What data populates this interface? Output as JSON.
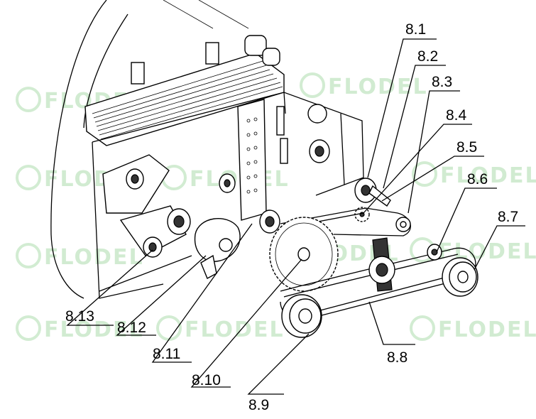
{
  "labels": [
    {
      "id": "8-1",
      "text": "8.1"
    },
    {
      "id": "8-2",
      "text": "8.2"
    },
    {
      "id": "8-3",
      "text": "8.3"
    },
    {
      "id": "8-4",
      "text": "8.4"
    },
    {
      "id": "8-5",
      "text": "8.5"
    },
    {
      "id": "8-6",
      "text": "8.6"
    },
    {
      "id": "8-7",
      "text": "8.7"
    },
    {
      "id": "8-8",
      "text": "8.8"
    },
    {
      "id": "8-9",
      "text": "8.9"
    },
    {
      "id": "8-10",
      "text": "8.10"
    },
    {
      "id": "8-11",
      "text": "8.11"
    },
    {
      "id": "8-12",
      "text": "8.12"
    },
    {
      "id": "8-13",
      "text": "8.13"
    }
  ],
  "watermark": {
    "text": "FLODEL",
    "color": "#7ec87e"
  }
}
